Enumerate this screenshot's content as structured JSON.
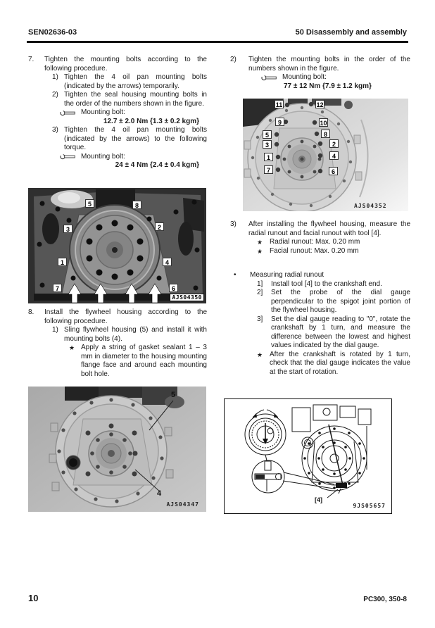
{
  "header": {
    "doc_code": "SEN02636-03",
    "section": "50 Disassembly and assembly"
  },
  "footer": {
    "page": "10",
    "model": "PC300, 350-8"
  },
  "markers": {
    "item7": "7.",
    "item8": "8.",
    "s1": "1)",
    "s2": "2)",
    "s3": "3)",
    "b1": "1]",
    "b2": "2]",
    "b3": "3]",
    "star": "★",
    "bullet": "•"
  },
  "left": {
    "item7": {
      "text": "Tighten the mounting bolts according to the following procedure.",
      "sub1": "Tighten the 4 oil pan mounting bolts (indicated by the arrows) temporarily.",
      "sub2": "Tighten the seal housing mounting bolts in the order of the numbers shown in the figure.",
      "spec1_label": "Mounting bolt:",
      "spec1_value": "12.7 ± 2.0 Nm {1.3 ± 0.2 kgm}",
      "sub3": "Tighten the 4 oil pan mounting bolts (indicated by the arrows) to the following torque.",
      "spec2_label": "Mounting bolt:",
      "spec2_value": "24 ± 4 Nm {2.4 ± 0.4 kgm}"
    },
    "item8": {
      "text": "Install the flywheel housing according to the following procedure.",
      "sub1": "Sling flywheel housing (5) and install it with mounting bolts (4).",
      "note": "Apply a string of gasket sealant 1 – 3 mm in diameter to the housing mounting flange face and around each mounting bolt hole."
    }
  },
  "right": {
    "item2": {
      "text": "Tighten the mounting bolts in the order of the numbers shown in the figure.",
      "spec_label": "Mounting bolt:",
      "spec_value": "77 ± 12 Nm {7.9 ± 1.2 kgm}"
    },
    "item3": {
      "text": "After installing the flywheel housing, measure the radial runout and facial runout with tool [4].",
      "note1": "Radial runout: Max. 0.20 mm",
      "note2": "Facial runout: Max. 0.20 mm"
    },
    "measuring": {
      "title": "Measuring radial runout",
      "step1": "Install tool [4] to the crankshaft end.",
      "step2": "Set the probe of the dial gauge perpendicular to the spigot joint portion of the flywheel housing.",
      "step3": "Set the dial gauge reading to \"0\", rotate the crankshaft by 1 turn, and measure the difference between the lowest and highest values indicated by the dial gauge.",
      "note": "After the crankshaft is rotated by 1 turn, check that the dial gauge indicates the value at the start of rotation."
    }
  },
  "figures": {
    "f1": {
      "caption": "AJS04350",
      "labels": [
        "5",
        "8",
        "3",
        "2",
        "1",
        "4",
        "7",
        "6"
      ]
    },
    "f2": {
      "caption": "AJS04347",
      "labels": [
        "5",
        "4"
      ]
    },
    "f3": {
      "caption": "AJS04352",
      "labels": [
        "11",
        "12",
        "9",
        "10",
        "5",
        "8",
        "3",
        "2",
        "1",
        "4",
        "7",
        "6"
      ]
    },
    "f4": {
      "caption": "9JS05657",
      "tool_label": "[4]"
    }
  },
  "colors": {
    "ink": "#1a1a1a",
    "paper": "#ffffff",
    "rule": "#111111"
  }
}
